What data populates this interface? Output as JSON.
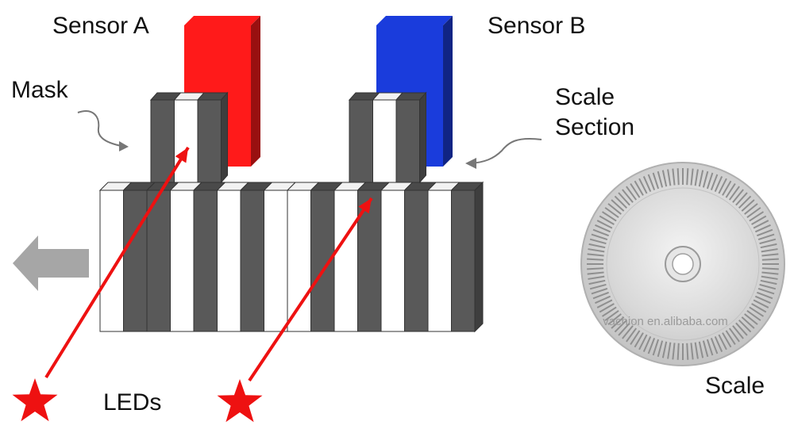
{
  "labels": {
    "sensor_a": "Sensor A",
    "sensor_b": "Sensor B",
    "mask": "Mask",
    "scale_section_line1": "Scale",
    "scale_section_line2": "Section",
    "leds": "LEDs",
    "scale": "Scale"
  },
  "watermark": "vachion en.alibaba.com",
  "colors": {
    "sensor_a": "#ff1a1a",
    "sensor_b": "#1a3cdc",
    "dark_stripe": "#595959",
    "light_stripe": "#ffffff",
    "beam": "#ee1111",
    "led_star": "#ee1111",
    "motion_arrow": "#a6a6a6",
    "callout_line": "#777777"
  },
  "icons": {
    "led": "red-star-icon",
    "motion": "left-arrow-icon"
  },
  "scale_stripes": [
    "white",
    "dark",
    "dark",
    "white",
    "dark",
    "white",
    "dark",
    "white",
    "white",
    "dark",
    "white",
    "dark",
    "white",
    "dark",
    "white",
    "dark"
  ],
  "mask_a_stripes": [
    "dark",
    "white",
    "dark"
  ],
  "mask_b_stripes": [
    "dark",
    "white",
    "dark"
  ],
  "scale_disc": {
    "slot_count": 120
  }
}
